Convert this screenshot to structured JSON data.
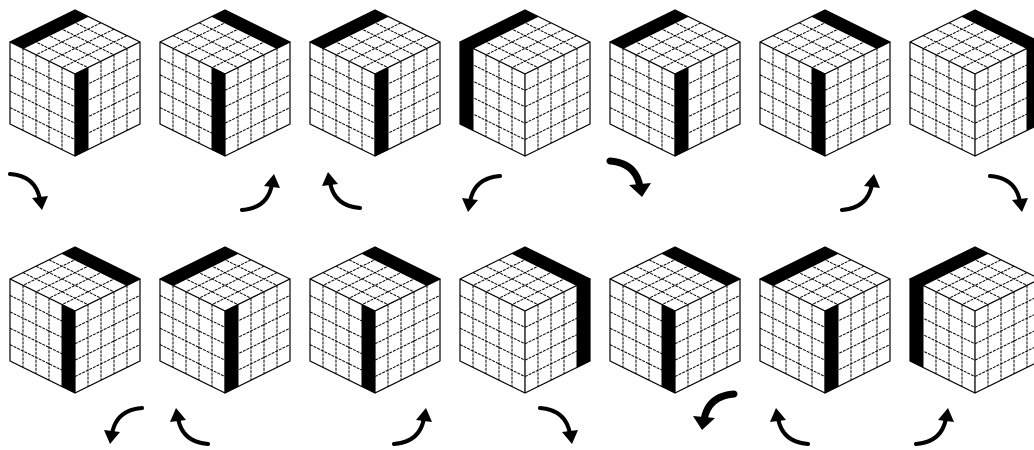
{
  "colors": {
    "background": "#ffffff",
    "ink": "#000000"
  },
  "grid_size": 5,
  "rows": [
    {
      "cubes": [
        {
          "bar": "top-left-front",
          "icon": "cube-icon"
        },
        {
          "bar": "top-right-front",
          "icon": "cube-icon"
        },
        {
          "bar": "top-left-front",
          "icon": "cube-icon"
        },
        {
          "bar": "back-left-vertical",
          "icon": "cube-icon"
        },
        {
          "bar": "top-left-front",
          "icon": "cube-icon"
        },
        {
          "bar": "top-right-front",
          "icon": "cube-icon"
        },
        {
          "bar": "back-right-vertical",
          "icon": "cube-icon"
        }
      ],
      "arrows": [
        {
          "direction": "curve-down-right",
          "weight": "normal",
          "icon": "curved-arrow-icon"
        },
        {
          "direction": "curve-up-right",
          "weight": "normal",
          "icon": "curved-arrow-icon"
        },
        {
          "direction": "curve-up-left",
          "weight": "normal",
          "icon": "curved-arrow-icon"
        },
        {
          "direction": "curve-down-left",
          "weight": "normal",
          "icon": "curved-arrow-icon"
        },
        {
          "direction": "curve-down-right",
          "weight": "bold",
          "icon": "curved-arrow-icon"
        },
        {
          "direction": "curve-up-right",
          "weight": "normal",
          "icon": "curved-arrow-icon"
        },
        {
          "direction": "curve-down-right",
          "weight": "normal",
          "icon": "curved-arrow-icon"
        }
      ]
    },
    {
      "cubes": [
        {
          "bar": "top-right-front",
          "icon": "cube-icon"
        },
        {
          "bar": "top-left-front",
          "icon": "cube-icon"
        },
        {
          "bar": "top-right-front",
          "icon": "cube-icon"
        },
        {
          "bar": "back-right-vertical",
          "icon": "cube-icon"
        },
        {
          "bar": "top-right-front",
          "icon": "cube-icon"
        },
        {
          "bar": "top-left-front",
          "icon": "cube-icon"
        },
        {
          "bar": "back-left-vertical",
          "icon": "cube-icon"
        }
      ],
      "arrows": [
        {
          "direction": "curve-down-left",
          "weight": "normal",
          "icon": "curved-arrow-icon"
        },
        {
          "direction": "curve-up-left",
          "weight": "normal",
          "icon": "curved-arrow-icon"
        },
        {
          "direction": "curve-up-right",
          "weight": "normal",
          "icon": "curved-arrow-icon"
        },
        {
          "direction": "curve-down-right",
          "weight": "normal",
          "icon": "curved-arrow-icon"
        },
        {
          "direction": "curve-down-left",
          "weight": "bold",
          "icon": "curved-arrow-icon"
        },
        {
          "direction": "curve-up-left",
          "weight": "normal",
          "icon": "curved-arrow-icon"
        },
        {
          "direction": "curve-up-right",
          "weight": "normal",
          "icon": "curved-arrow-icon"
        }
      ]
    }
  ]
}
